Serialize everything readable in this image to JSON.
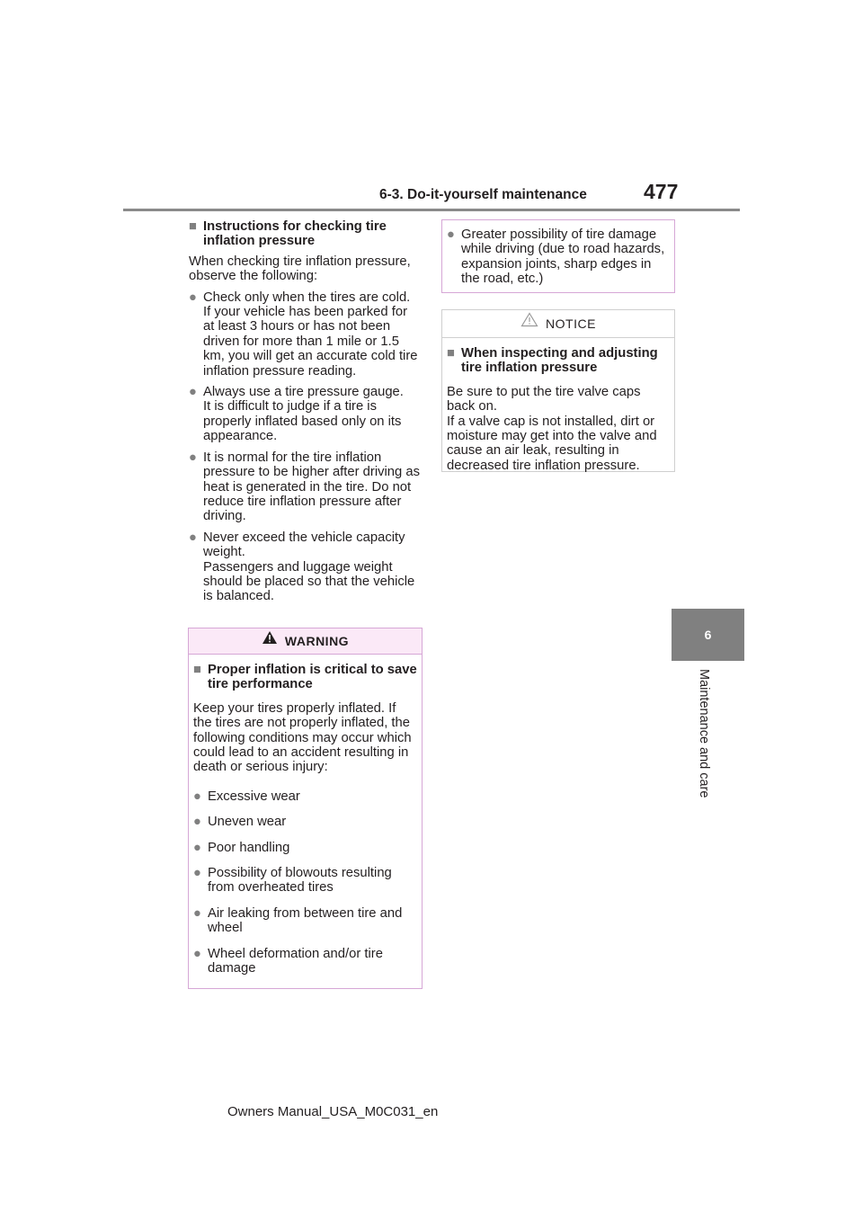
{
  "header": {
    "section": "6-3. Do-it-yourself maintenance",
    "page_number": "477"
  },
  "side": {
    "tab_number": "6",
    "tab_label": "Maintenance and care"
  },
  "left_column": {
    "heading": "Instructions for checking tire inflation pressure",
    "intro": "When checking tire inflation pressure, observe the following:",
    "bullets": [
      {
        "first": "Check only when the tires are cold.",
        "rest": "If your vehicle has been parked for at least 3 hours or has not been driven for more than 1 mile or 1.5 km, you will get an accurate cold tire inflation pressure reading."
      },
      {
        "first": "Always use a tire pressure gauge.",
        "rest": "It is difficult to judge if a tire is properly inflated based only on its appearance."
      },
      {
        "first": "It is normal for the tire inflation pressure to be higher after driving as heat is generated in the tire. Do not reduce tire inflation pressure after driving.",
        "rest": ""
      },
      {
        "first": "Never exceed the vehicle capacity weight.",
        "rest": "Passengers and luggage weight should be placed so that the vehicle is balanced."
      }
    ]
  },
  "warning": {
    "title": "WARNING",
    "heading": "Proper inflation is critical to save tire performance",
    "body": "Keep your tires properly inflated. If the tires are not properly inflated, the following conditions may occur which could lead to an accident resulting in death or serious injury:",
    "items": [
      "Excessive wear",
      "Uneven wear",
      "Poor handling",
      "Possibility of blowouts resulting from overheated tires",
      "Air leaking from between tire and wheel",
      "Wheel deformation and/or tire damage",
      "Greater possibility of tire damage while driving (due to road hazards, expansion joints, sharp edges in the road, etc.)"
    ]
  },
  "notice": {
    "title": "NOTICE",
    "heading": "When inspecting and adjusting tire inflation pressure",
    "body_first": "Be sure to put the tire valve caps back on.",
    "body_rest": "If a valve cap is not installed, dirt or moisture may get into the valve and cause an air leak, resulting in decreased tire inflation pressure."
  },
  "footer": {
    "text": "Owners Manual_USA_M0C031_en"
  },
  "colors": {
    "warning_border": "#d6a7d6",
    "warning_title_bg": "#fbe9f7",
    "tab_gray": "#808080"
  }
}
